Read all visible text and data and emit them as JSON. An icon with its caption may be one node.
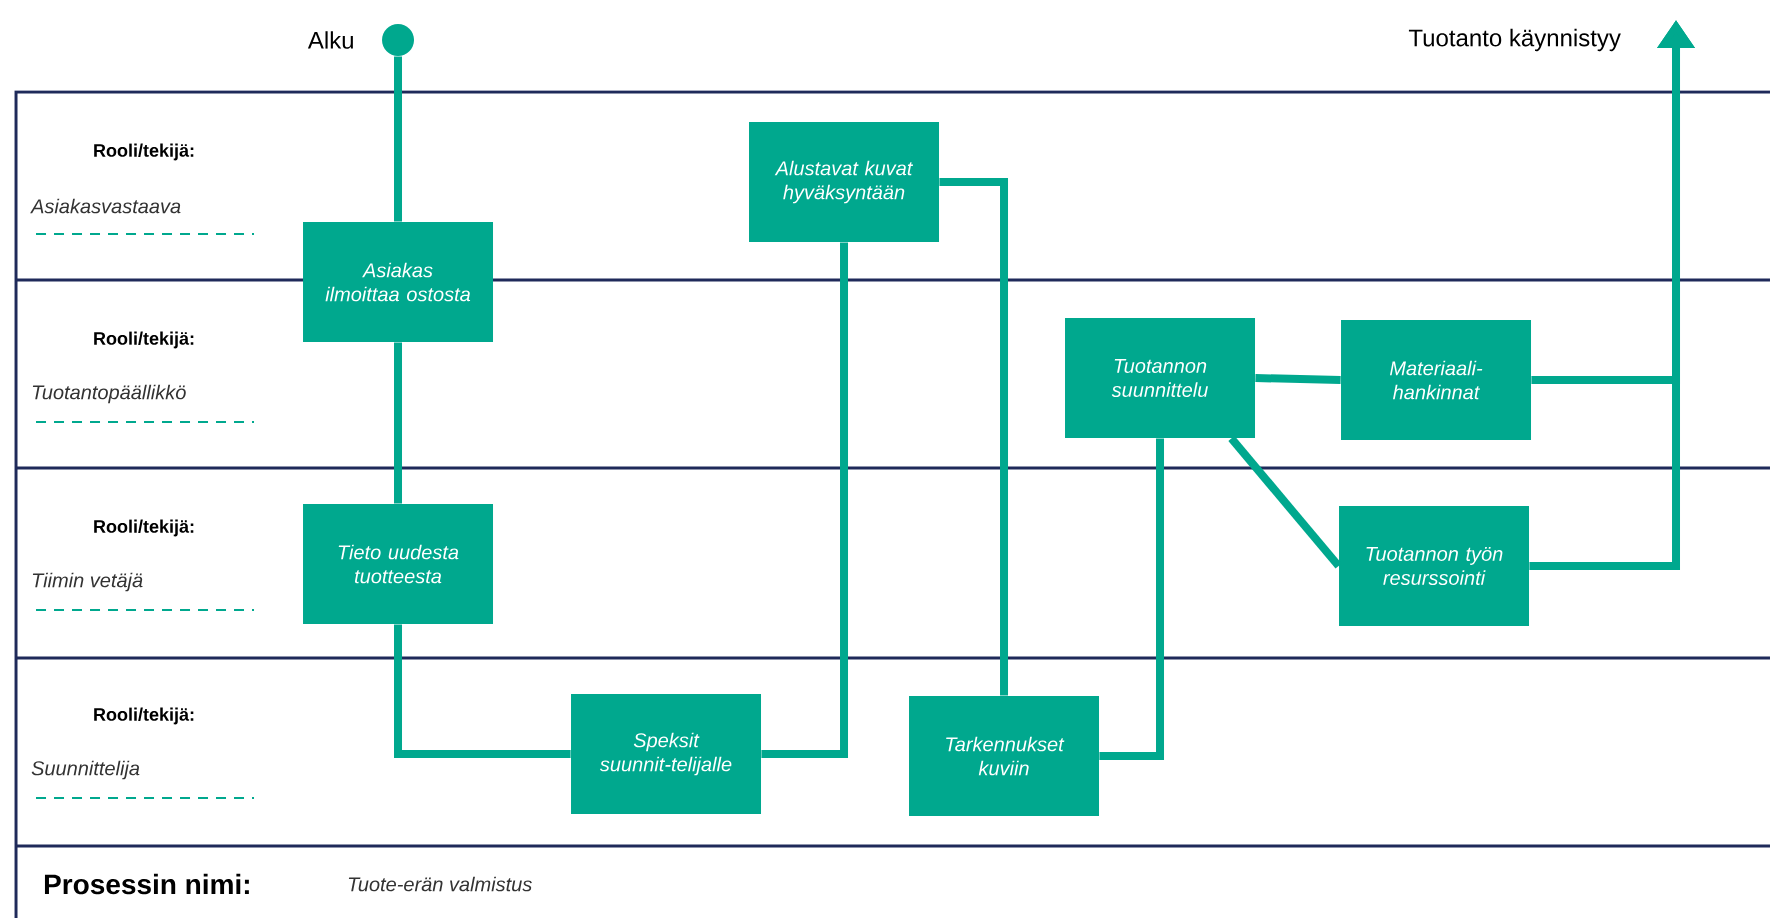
{
  "diagram": {
    "nodes": [
      {
        "text": [],
        "shape": "circle",
        "beside": [
          "Alku"
        ]
      },
      {
        "text": [
          "Asiakas ilmoittaa ostosta"
        ]
      },
      {
        "text": [
          "Alustavat kuvat hyväksyntään"
        ]
      },
      {
        "text": [
          "Tuotannon suunnittelu"
        ]
      },
      {
        "text": [
          "Materiaali-hankinnat"
        ]
      },
      {
        "text": [
          "Tieto uudesta tuotteesta"
        ]
      },
      {
        "text": [
          "Tuotannon työn resurssointi"
        ]
      },
      {
        "text": [
          "Speksit suunnit-telijalle"
        ]
      },
      {
        "text": [
          "Tarkennukset kuviin"
        ]
      }
    ],
    "edges": [
      {
        "from": 0,
        "to": 1,
        "arrow": "none"
      },
      {
        "from": 1,
        "to": 5,
        "arrow": "none"
      },
      {
        "from": 5,
        "to": 7,
        "arrow": "none"
      },
      {
        "from": 7,
        "to": 2,
        "arrow": "none"
      },
      {
        "from": 2,
        "to": 8,
        "arrow": "none"
      },
      {
        "from": 8,
        "to": 3,
        "arrow": "none"
      },
      {
        "from": 3,
        "to": 4,
        "arrow": "none"
      },
      {
        "from": 3,
        "to": 6,
        "arrow": "none"
      },
      {
        "from": 4,
        "to": null,
        "arrow": "to"
      },
      {
        "from": 6,
        "to": null,
        "arrow": "to"
      }
    ],
    "labels": [
      "Tuotanto käynnistyy",
      "Rooli/tekijä:",
      "Asiakasvastaava",
      "Rooli/tekijä:",
      "Tuotantopäällikkö",
      "Rooli/tekijä:",
      "Tiimin vetäjä",
      "Rooli/tekijä:",
      "Suunnittelija",
      "Prosessin nimi:",
      "Tuote-erän valmistus"
    ]
  }
}
